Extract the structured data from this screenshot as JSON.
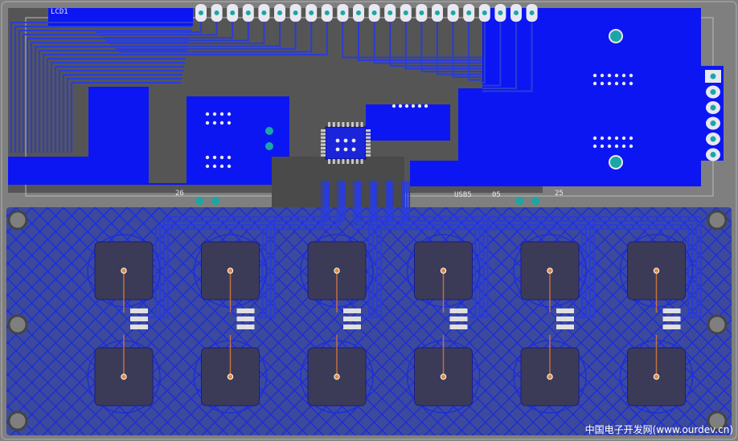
{
  "board": {
    "silkscreen": {
      "lcd_label": "LCD1",
      "label_26": "26",
      "label_25": "25",
      "label_usb": "USB5",
      "label_05": "05"
    },
    "pin_header_count": 22,
    "right_connector_pins": 6,
    "touch_pad_rows": 2,
    "touch_pad_cols": 6,
    "colors": {
      "board": "#808080",
      "copper_fill": "#0a14f0",
      "trace": "#2a3cd8",
      "mesh": "#1e2ccc",
      "pad_dark": "#3b3b58",
      "via": "#1aa6a6",
      "pin": "#e8e8f0"
    }
  },
  "watermark": "中国电子开发网(www.ourdev.cn)"
}
